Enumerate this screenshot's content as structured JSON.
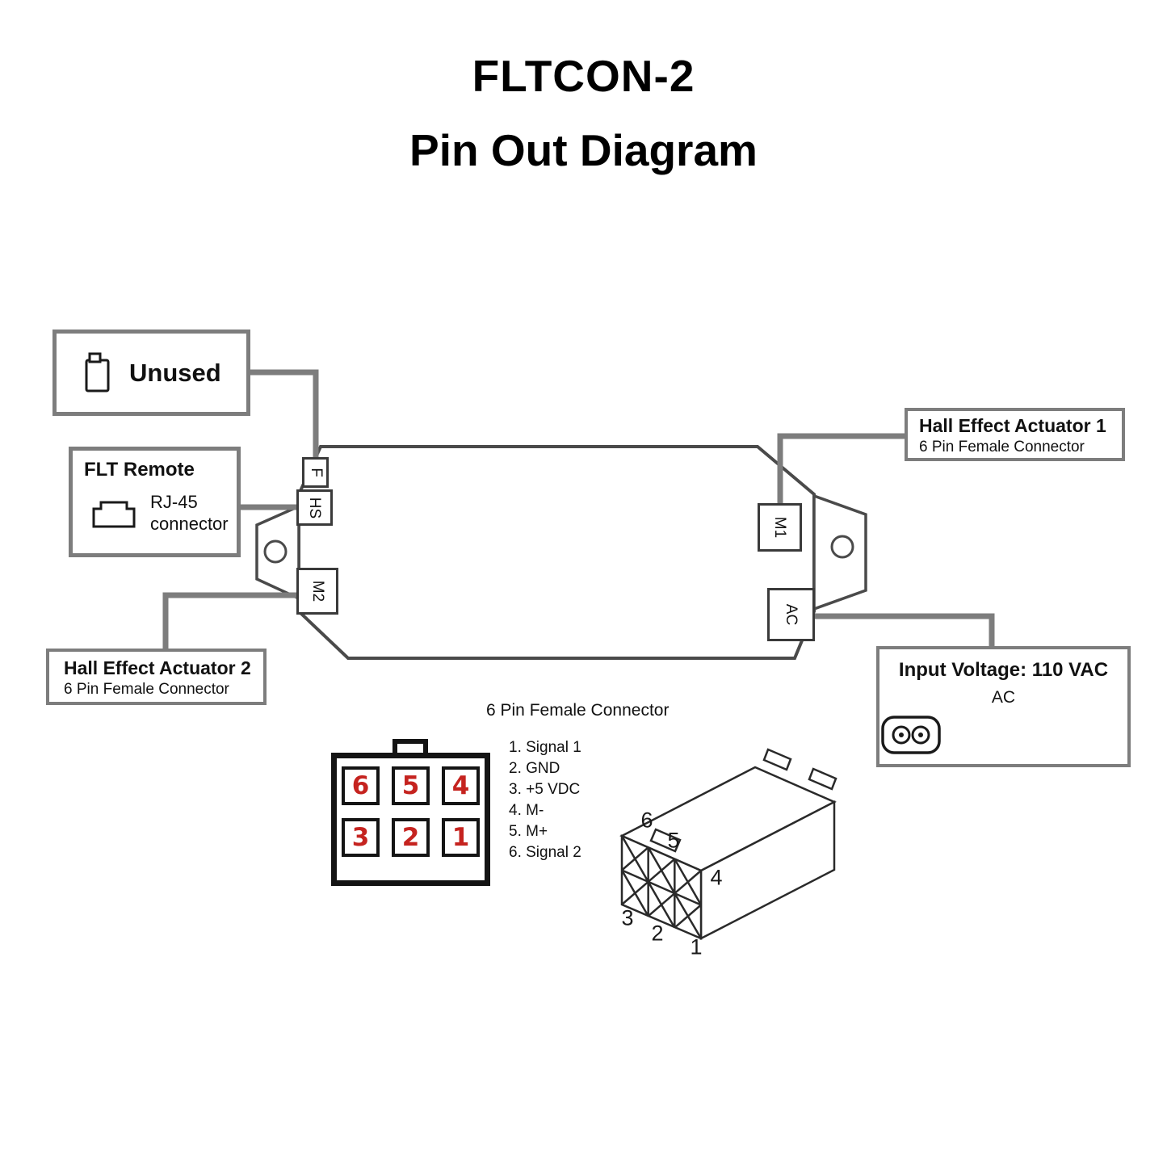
{
  "title": {
    "line1": "FLTCON-2",
    "line2": "Pin Out Diagram"
  },
  "boxes": {
    "unused": {
      "label": "Unused"
    },
    "flt_remote": {
      "title": "FLT Remote",
      "icon_label_line1": "RJ-45",
      "icon_label_line2": "connector"
    },
    "hall_actuator_1": {
      "title": "Hall Effect Actuator 1",
      "subtitle": "6 Pin Female Connector"
    },
    "hall_actuator_2": {
      "title": "Hall Effect Actuator 2",
      "subtitle": "6 Pin Female Connector"
    },
    "input_voltage": {
      "title": "Input Voltage: 110 VAC",
      "connector_label": "AC"
    }
  },
  "ports": {
    "f": "F",
    "hs": "HS",
    "m2": "M2",
    "m1": "M1",
    "ac": "AC"
  },
  "connector_front": {
    "heading": "6 Pin Female Connector",
    "pins_top": [
      "6",
      "5",
      "4"
    ],
    "pins_bottom": [
      "3",
      "2",
      "1"
    ],
    "pinout": [
      "1. Signal 1",
      "2. GND",
      "3. +5 VDC",
      "4. M-",
      "5. M+",
      "6. Signal 2"
    ]
  },
  "connector_3d": {
    "pins": [
      "6",
      "5",
      "4",
      "3",
      "2",
      "1"
    ]
  },
  "colors": {
    "box_border_gray": "#7d7d7d",
    "wire_gray": "#7d7d7d",
    "outline_black": "#2a2a2a",
    "pin_number_red": "#c5231f"
  }
}
